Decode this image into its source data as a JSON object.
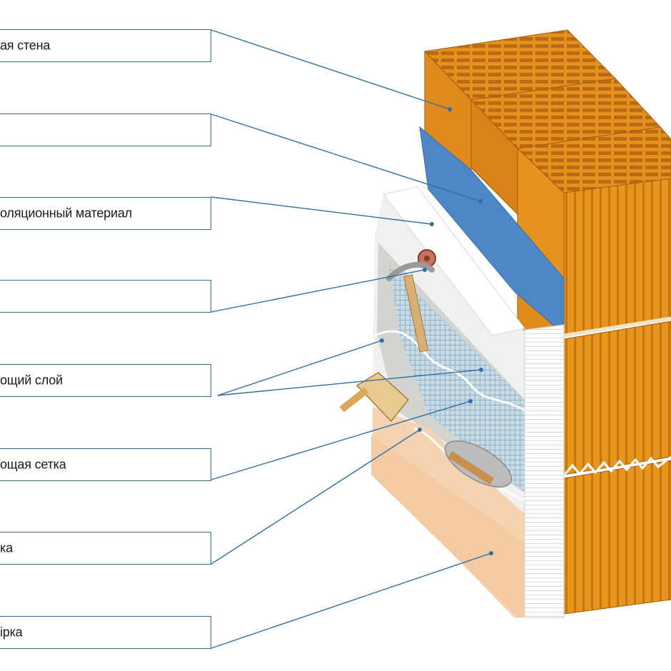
{
  "labels": [
    {
      "id": "wall",
      "text": "ая стена"
    },
    {
      "id": "adhesive",
      "text": ""
    },
    {
      "id": "insulation",
      "text": "оляционный материал"
    },
    {
      "id": "anchor",
      "text": ""
    },
    {
      "id": "base-layer",
      "text": "ощий слой"
    },
    {
      "id": "mesh",
      "text": "ощая сетка"
    },
    {
      "id": "primer",
      "text": "ка"
    },
    {
      "id": "plaster",
      "text": "ірка"
    }
  ],
  "colors": {
    "leader": "#2f6fa8",
    "brick": "#e08a1e",
    "brick_dark": "#b86a10",
    "adhesive_blue": "#4f86c6",
    "insulation": "#f4f4f2",
    "mesh": "#8fb4c9",
    "base_coat": "#cfcfcb",
    "plaster": "#f6d3b0"
  }
}
